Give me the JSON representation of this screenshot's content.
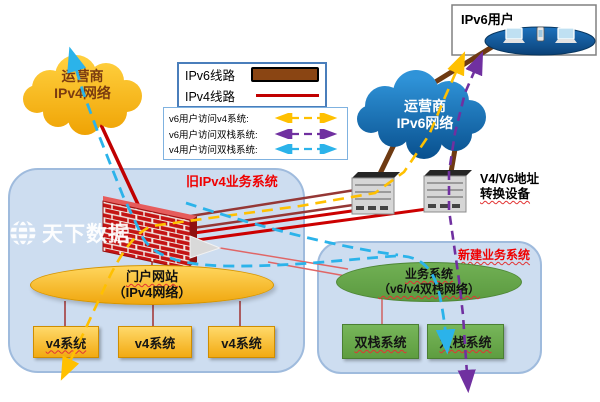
{
  "watermark": {
    "text": "天下数据"
  },
  "clouds": {
    "ipv4": {
      "line1": "运营商",
      "line2": "IPv4网络"
    },
    "ipv6": {
      "line1": "运营商",
      "line2": "IPv6网络"
    }
  },
  "ipv6_users": {
    "title": "IPv6用户"
  },
  "legend_lines": {
    "items": [
      {
        "label": "IPv6线路",
        "color": "#8A4513"
      },
      {
        "label": "IPv4线路",
        "color": "#C00000"
      }
    ]
  },
  "legend_flows": {
    "items": [
      {
        "label": "v6用户访问v4系统:",
        "color": "#FFC000"
      },
      {
        "label": "v6用户访问双栈系统:",
        "color": "#7030A0"
      },
      {
        "label": "v4用户访问双栈系统:",
        "color": "#2BB3EA"
      }
    ]
  },
  "translators": {
    "label_line1": "V4/V6地址",
    "label_line2": "转换设备"
  },
  "old_system": {
    "title": "旧IPv4业务系统",
    "portal": {
      "line1": "门户网站",
      "line2": "（IPv4网络）"
    },
    "boxes": [
      "v4系统",
      "v4系统",
      "v4系统"
    ]
  },
  "new_system": {
    "title": "新建业务系统",
    "ellipse": {
      "line1": "业务系统",
      "line2": "（v6/v4双栈网络）"
    },
    "boxes": [
      "双栈系统",
      "双栈系统"
    ]
  },
  "colors": {
    "panel_fill": "#CDDDF0",
    "ipv6_line": "#6E3A12",
    "ipv4_line": "#C00000",
    "maroon_line": "#953735",
    "pink_line": "#E06666",
    "flow_v6_to_v4": "#FFC000",
    "flow_v6_to_dual": "#7030A0",
    "flow_v4_to_dual": "#2BB3EA",
    "old_title_color": "#F00000",
    "new_title_color": "#F00000",
    "cloud_v4_fill": "#F5A800",
    "cloud_v6_fill": "#0B5A9C",
    "user_ellipse_fill": "#0B4A86"
  }
}
